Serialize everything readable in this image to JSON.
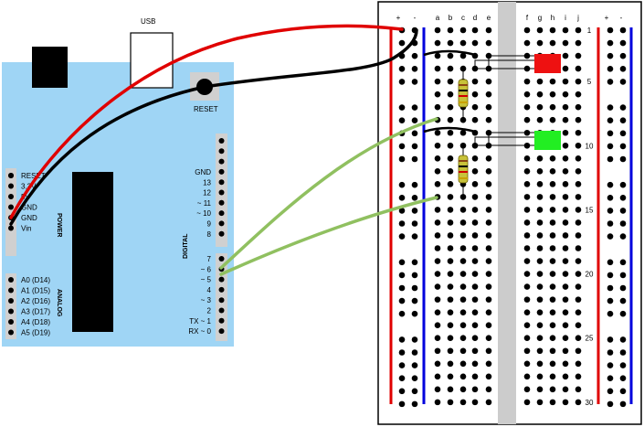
{
  "arduino": {
    "usb_label": "USB",
    "reset_label": "RESET",
    "power_group_label": "POWER",
    "analog_group_label": "ANALOG",
    "digital_group_label": "DIGITAL",
    "power_pins": [
      "RESET",
      "3.3V",
      "5V",
      "GND",
      "GND",
      "Vin"
    ],
    "analog_pins": [
      "A0 (D14)",
      "A1 (D15)",
      "A2 (D16)",
      "A3 (D17)",
      "A4 (D18)",
      "A5 (D19)"
    ],
    "digital_top_pins": [
      "GND",
      "13",
      "12",
      "~ 11",
      "~ 10",
      "9",
      "8"
    ],
    "digital_bottom_pins": [
      "7",
      "~ 6",
      "~ 5",
      "4",
      "~ 3",
      "2",
      "TX ~ 1",
      "RX ~ 0"
    ],
    "board_color": "#9fd5f5"
  },
  "breadboard": {
    "rail_labels": [
      "+",
      "-"
    ],
    "column_labels_left": [
      "a",
      "b",
      "c",
      "d",
      "e"
    ],
    "column_labels_right": [
      "f",
      "g",
      "h",
      "i",
      "j"
    ],
    "row_numbers": [
      "1",
      "5",
      "10",
      "15",
      "20",
      "25",
      "30"
    ],
    "rail_plus_color": "#e00000",
    "rail_minus_color": "#0000dd",
    "divider_color": "#cccccc"
  },
  "components": {
    "led_red_color": "#ee1111",
    "led_green_color": "#22ee22",
    "resistor_body_color": "#c8c23a"
  },
  "wires": {
    "power_wire_color": "#e00000",
    "ground_wire_color": "#000000",
    "signal_wire_color": "#90c060"
  }
}
